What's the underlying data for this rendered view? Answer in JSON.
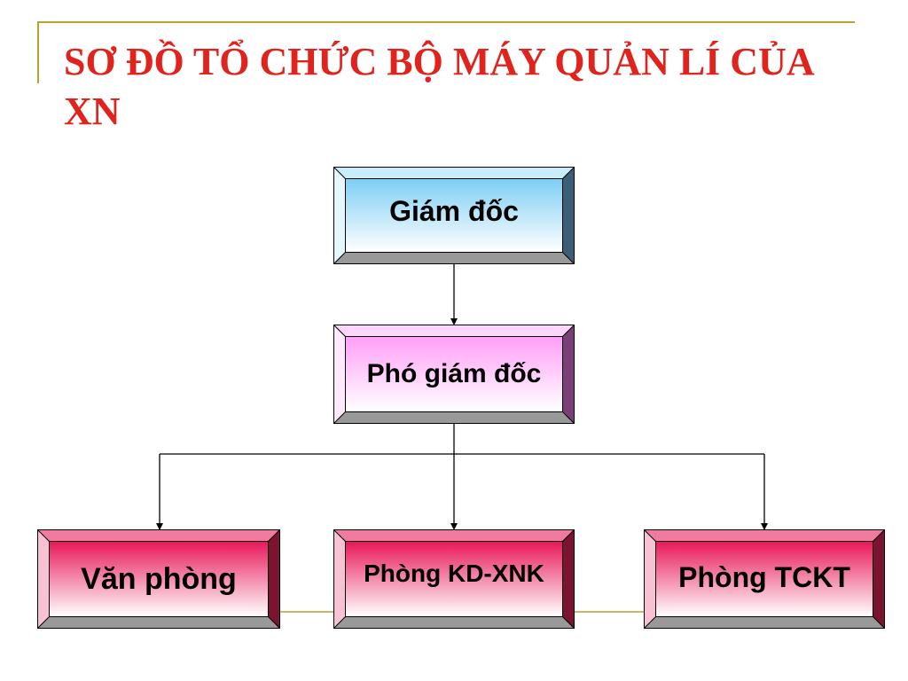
{
  "title": "SƠ ĐỒ TỔ CHỨC BỘ MÁY QUẢN LÍ CỦA XN",
  "nodes": {
    "director": "Giám đốc",
    "deputy": "Phó giám đốc",
    "office": "Văn phòng",
    "business": "Phòng KD-XNK",
    "finance": "Phòng TCKT"
  },
  "colors": {
    "title": "#e0231c",
    "director_fill": "#7ecef4",
    "deputy_fill": "#ff9ff7",
    "department_fill": "#e8195a",
    "accent_line": "#b8a230"
  },
  "edges": [
    [
      "Giám đốc",
      "Phó giám đốc"
    ],
    [
      "Phó giám đốc",
      "Văn phòng"
    ],
    [
      "Phó giám đốc",
      "Phòng KD-XNK"
    ],
    [
      "Phó giám đốc",
      "Phòng TCKT"
    ]
  ]
}
